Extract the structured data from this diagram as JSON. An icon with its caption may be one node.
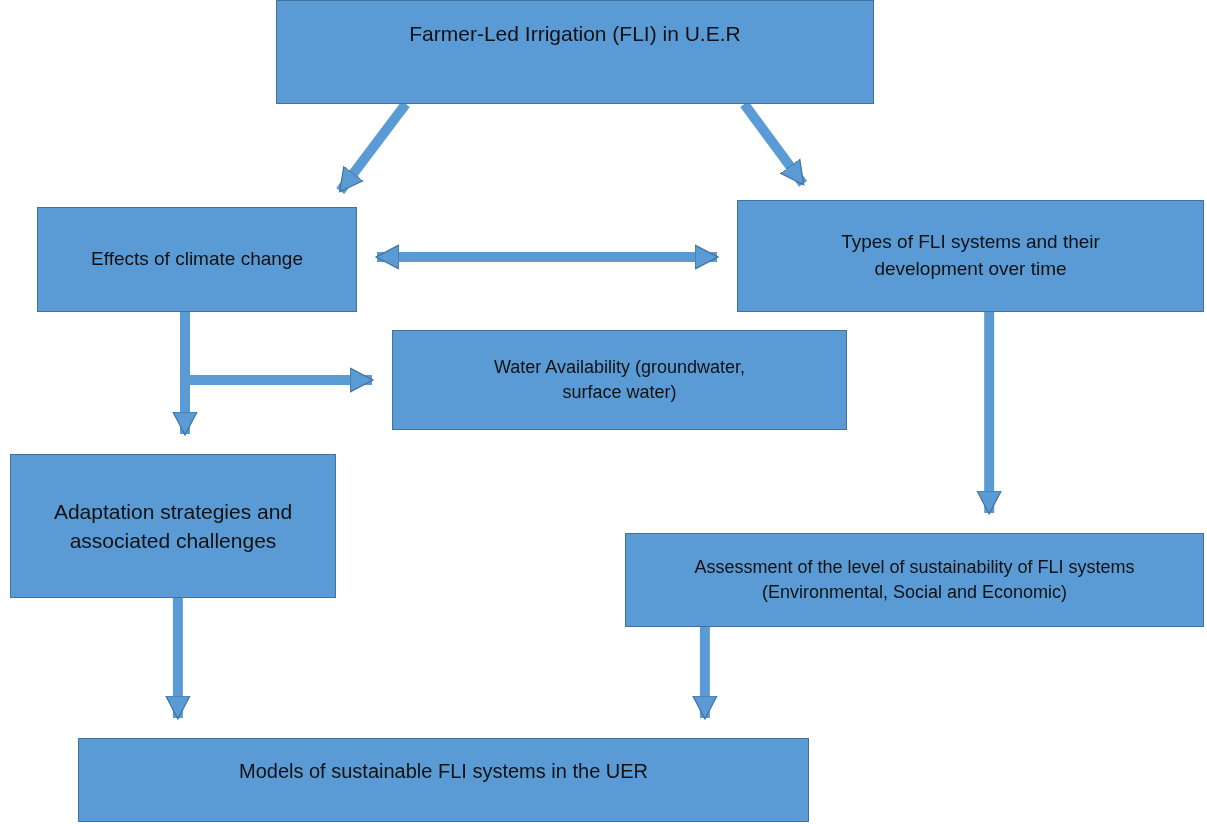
{
  "diagram": {
    "nodes": [
      {
        "text": [
          "Farmer-Led Irrigation (FLI) in U.E.R"
        ]
      },
      {
        "text": [
          "Effects of climate change"
        ]
      },
      {
        "text": [
          "Types of FLI systems and their development over time"
        ]
      },
      {
        "text": [
          "Water Availability (groundwater, surface water)"
        ]
      },
      {
        "text": [
          "Adaptation strategies and associated challenges"
        ]
      },
      {
        "text": [
          "Assessment of the level of sustainability of FLI systems (Environmental, Social and Economic)"
        ]
      },
      {
        "text": [
          "Models of sustainable FLI systems in the UER"
        ]
      }
    ],
    "edges": [
      {
        "from": 0,
        "to": 1,
        "arrow": "to"
      },
      {
        "from": 0,
        "to": 2,
        "arrow": "to"
      },
      {
        "from": 1,
        "to": 2,
        "arrow": "both"
      },
      {
        "from": 1,
        "to": 3,
        "arrow": "to"
      },
      {
        "from": 1,
        "to": 4,
        "arrow": "to"
      },
      {
        "from": 2,
        "to": 5,
        "arrow": "to"
      },
      {
        "from": 4,
        "to": 6,
        "arrow": "to"
      },
      {
        "from": 5,
        "to": 6,
        "arrow": "to"
      }
    ]
  }
}
